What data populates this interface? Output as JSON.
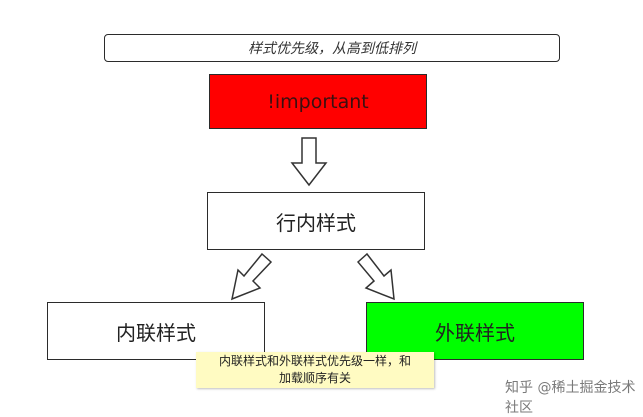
{
  "diagram": {
    "title": "样式优先级，从高到低排列",
    "nodes": {
      "important": "!important",
      "inline": "行内样式",
      "internal": "内联样式",
      "external": "外联样式"
    },
    "note": {
      "line1": "内联样式和外联样式优先级一样，和",
      "line2": "加载顺序有关"
    },
    "colors": {
      "important_fill": "#ff0000",
      "external_fill": "#00ff00",
      "note_fill": "#fffbc2"
    }
  },
  "watermark": "知乎 @稀土掘金技术社区"
}
